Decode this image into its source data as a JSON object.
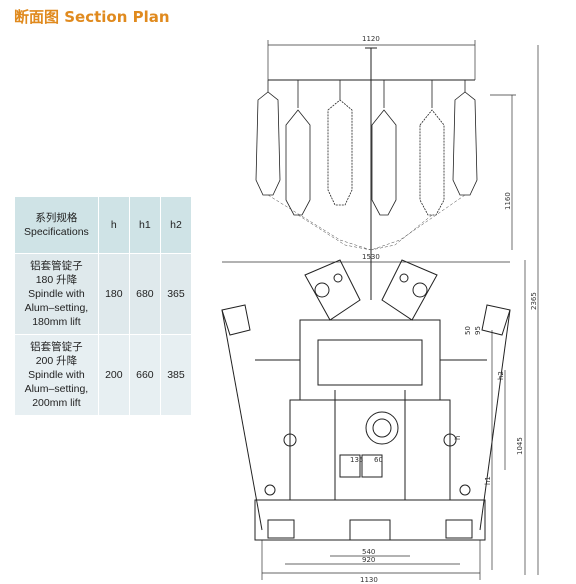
{
  "title": "断面图 Section Plan",
  "table": {
    "header": {
      "spec_cn": "系列规格",
      "spec_en": "Specifications",
      "h": "h",
      "h1": "h1",
      "h2": "h2"
    },
    "rows": [
      {
        "cn": "铝套管锭子",
        "cn2": "180 升降",
        "en1": "Spindle with",
        "en2": "Alum–setting,",
        "en3": "180mm lift",
        "h": "180",
        "h1": "680",
        "h2": "365"
      },
      {
        "cn": "铝套管锭子",
        "cn2": "200 升降",
        "en1": "Spindle with",
        "en2": "Alum–setting,",
        "en3": "200mm lift",
        "h": "200",
        "h1": "660",
        "h2": "385"
      }
    ]
  },
  "dimensions": {
    "top_width": "1120",
    "creel_height": "1160",
    "frame_width": "1530",
    "total_height": "2365",
    "lower_height": "1045",
    "d_540": "540",
    "d_920": "920",
    "d_1130": "1130",
    "label_h": "h",
    "label_h1": "h1",
    "label_h2": "h2",
    "d_50": "50",
    "d_95": "95",
    "d_135": "135",
    "d_60": "60"
  }
}
